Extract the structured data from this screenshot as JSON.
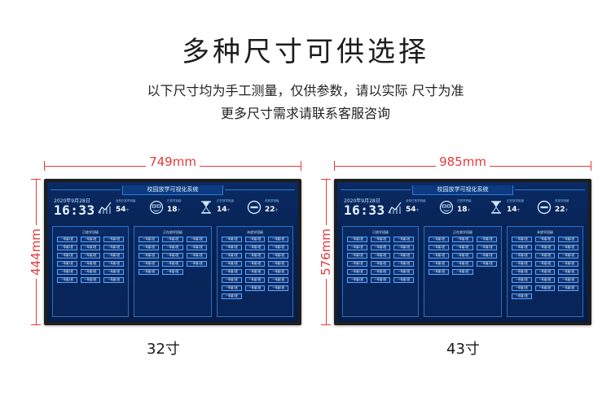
{
  "headline": "多种尺寸可供选择",
  "subline1": "以下尺寸均为手工测量，仅供参数，请以实际 尺寸为准",
  "subline2": "更多尺寸需求请联系客服咨询",
  "colors": {
    "dimension": "#e23a3a",
    "screen_bg": "#0a2a63",
    "chip_border": "#5aa6ff"
  },
  "screens": [
    {
      "width_label": "749mm",
      "height_label": "444mm",
      "size_label": "32寸",
      "title": "校园放学可视化系统",
      "date": "2020年9月28日",
      "time": "16:33",
      "stats": [
        {
          "icon": "chart-icon",
          "caption": "全校已放学班级",
          "value": "54",
          "unit": "个"
        },
        {
          "icon": "face-icon",
          "caption": "已放学班级",
          "value": "18",
          "unit": "个"
        },
        {
          "icon": "hourglass-icon",
          "caption": "正在放学班级",
          "value": "14",
          "unit": "个"
        },
        {
          "icon": "minus-circle-icon",
          "caption": "未放学班级",
          "value": "22",
          "unit": "个"
        }
      ],
      "panels": [
        {
          "title": "已放学班级",
          "chips": [
            "一年级1班",
            "一年级1班",
            "一年级1班",
            "一年级1班",
            "一年级1班",
            "一年级1班",
            "一年级1班",
            "一年级1班",
            "一年级1班",
            "一年级1班",
            "一年级1班",
            "一年级1班",
            "一年级1班",
            "一年级1班",
            "一年级1班",
            "一年级1班",
            "一年级1班",
            "一年级1班"
          ]
        },
        {
          "title": "正在放学班级",
          "chips": [
            "一年级1班",
            "一年级1班",
            "一年级1班",
            "一年级1班",
            "一年级1班",
            "一年级1班",
            "一年级1班",
            "一年级1班",
            "一年级1班",
            "一年级1班",
            "一年级1班",
            "一年级1班",
            "一年级1班",
            "一年级1班"
          ]
        },
        {
          "title": "未放学班级",
          "chips": [
            "一年级1班",
            "一年级1班",
            "一年级1班",
            "一年级1班",
            "一年级1班",
            "一年级1班",
            "一年级1班",
            "一年级1班",
            "一年级1班",
            "一年级1班",
            "一年级1班",
            "一年级1班",
            "一年级1班",
            "一年级1班",
            "一年级1班",
            "一年级1班",
            "一年级1班",
            "一年级1班",
            "一年级1班",
            "一年级1班",
            "一年级1班",
            "一年级1班"
          ]
        }
      ]
    },
    {
      "width_label": "985mm",
      "height_label": "576mm",
      "size_label": "43寸",
      "title": "校园放学可视化系统",
      "date": "2020年9月28日",
      "time": "16:33",
      "stats": [
        {
          "icon": "chart-icon",
          "caption": "全校已放学班级",
          "value": "54",
          "unit": "个"
        },
        {
          "icon": "face-icon",
          "caption": "已放学班级",
          "value": "18",
          "unit": "个"
        },
        {
          "icon": "hourglass-icon",
          "caption": "正在放学班级",
          "value": "14",
          "unit": "个"
        },
        {
          "icon": "minus-circle-icon",
          "caption": "未放学班级",
          "value": "22",
          "unit": "个"
        }
      ],
      "panels": [
        {
          "title": "已放学班级",
          "chips": [
            "一年级1班",
            "一年级1班",
            "一年级1班",
            "一年级1班",
            "一年级1班",
            "一年级1班",
            "一年级1班",
            "一年级1班",
            "一年级1班",
            "一年级1班",
            "一年级1班",
            "一年级1班",
            "一年级1班",
            "一年级1班",
            "一年级1班",
            "一年级1班",
            "一年级1班",
            "一年级1班"
          ]
        },
        {
          "title": "正在放学班级",
          "chips": [
            "一年级1班",
            "一年级1班",
            "一年级1班",
            "一年级1班",
            "一年级1班",
            "一年级1班",
            "一年级1班",
            "一年级1班",
            "一年级1班",
            "一年级1班",
            "一年级1班",
            "一年级1班",
            "一年级1班",
            "一年级1班"
          ]
        },
        {
          "title": "未放学班级",
          "chips": [
            "一年级1班",
            "一年级1班",
            "一年级1班",
            "一年级1班",
            "一年级1班",
            "一年级1班",
            "一年级1班",
            "一年级1班",
            "一年级1班",
            "一年级1班",
            "一年级1班",
            "一年级1班",
            "一年级1班",
            "一年级1班",
            "一年级1班",
            "一年级1班",
            "一年级1班",
            "一年级1班",
            "一年级1班",
            "一年级1班",
            "一年级1班",
            "一年级1班"
          ]
        }
      ]
    }
  ]
}
